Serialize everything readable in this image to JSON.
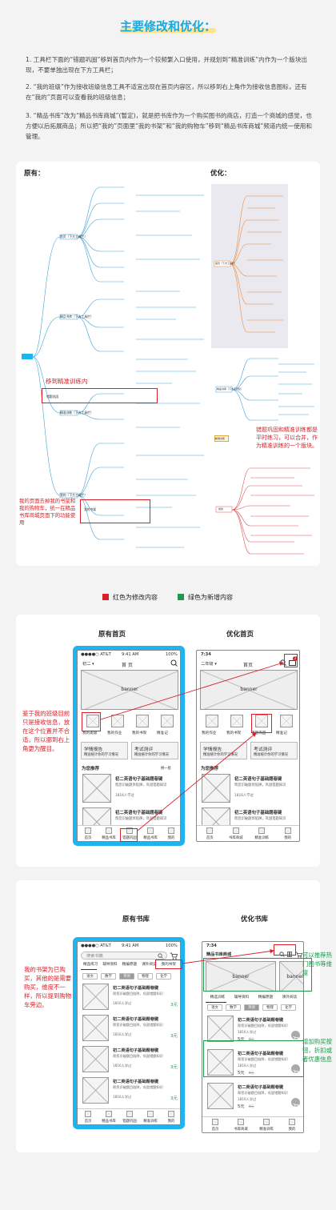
{
  "header": {
    "title": "主要修改和优化："
  },
  "intro": {
    "p1": "1. 工具栏下面的“错题巩固”移到首页内作为一个较频繁入口使用，并规划到“精准训练”内作为一个版块出现，不要单独出现在下方工具栏；",
    "p2": "2. “我的班级”作为接收班级信息工具不适宜出现在首页内容区，所以移到右上角作为接收信息图标，还有在“我的”页面可以查看我的班级信息；",
    "p3": "3. “精品书库”改为“精品书库商城”(暂定)，就是把书库作为一个购买图书的商店，打造一个商城的感觉，也方便以后拓展商品；所以把“我的”页面里“我的书架”和“我的购物车”移到“精品书库商城”频道内统一使用和管理。"
  },
  "mindmap": {
    "original_label": "原有：",
    "optimized_label": "优化：",
    "annot_move": "移到精准训练内",
    "annot_shelf": "我的页面去掉我的书架和我的购物车，统一在精品书库商城页面下的功能使用",
    "annot_merge": "错题巩固和精准训练都是平时练习，可以合并，作为精准训练的一个版块。",
    "node_home": "首页（下方工具栏）",
    "node_train": "精品书库（下方工具栏）",
    "node_err": "错题巩固",
    "node_precise": "精准训练（下方工具栏）",
    "node_mine": "我的（下方工具栏）",
    "node_mine_box": "我的书架",
    "opt_home": "首页（下方工具栏）",
    "opt_store": "精品书库（下方工具栏）",
    "opt_train": "精准训练",
    "opt_mine": "我的"
  },
  "legend": {
    "red": "红色为修改内容",
    "green": "绿色为新增内容",
    "red_color": "#d8202a",
    "green_color": "#1a9a4a"
  },
  "home": {
    "original_title": "原有首页",
    "optimized_title": "优化首页",
    "status_carrier": "●●●●○ AT&T",
    "status_time": "9:41 AM",
    "status_batt": "100%",
    "opt_time": "7:34",
    "grade": "初二 ▾",
    "opt_grade": "二年级 ▾",
    "page_title": "首 页",
    "opt_page_title": "首页",
    "banner": "banner",
    "orig_entries": [
      "我的班级",
      "我的作业",
      "我的书架",
      "精准记"
    ],
    "opt_entries": [
      "我的作业",
      "我的书架",
      "错题巩固",
      "精准记"
    ],
    "report_title": "学情报告",
    "report_sub": "精准统计你的学习情况",
    "exam_title": "考试测评",
    "exam_sub": "精准统计你的学习情况",
    "recommend": "为您推荐",
    "recommend_more": "换一批",
    "book_title": "初二英语句子基础题巷键",
    "book_sub": "帮您识破题目陷阱，巩固错题知识",
    "book_count": "1816人学过",
    "orig_tabs": [
      "首页",
      "精品书库",
      "错题巩固",
      "精品书库",
      "我的"
    ],
    "opt_tabs": [
      "首页",
      "书库商城",
      "精准训练",
      "我的"
    ],
    "annot_left": "鉴于我的班级目前只是接收信息，放在这个位置并不合适，所以挪到右上角更为醒目。",
    "badge": "2"
  },
  "store": {
    "original_title": "原有书库",
    "optimized_title": "优化书库",
    "search_placeholder": "搜索书籍",
    "opt_store_title": "精品书库商城",
    "cats": [
      "精品练习",
      "辅导资料",
      "精编原题",
      "课外阅读",
      "我的书架"
    ],
    "opt_cats": [
      "精选训练",
      "辅导资料",
      "精编原题",
      "课外阅读"
    ],
    "subjects": [
      "语文",
      "数学",
      "英语",
      "物理",
      "化学"
    ],
    "book_title": "初二英语句子基础题巷键",
    "book_sub": "帮您识破题目陷阱，巩固错题知识",
    "book_count": "1816人学过",
    "price": "3元",
    "opt_price": "5元",
    "opt_old_price": "8元",
    "orig_tabs": [
      "首页",
      "精品书库",
      "错题巩固",
      "精准训练",
      "我的"
    ],
    "opt_tabs": [
      "首页",
      "书库商城",
      "精准训练",
      "我的"
    ],
    "annot_left": "我的书架为已购买，其他的是需要购买，维度不一样，所以提到购物车旁边。",
    "annot_right_top": "可以推荐热门图书等维度",
    "annot_right_mid": "增加购买按钮，折扣或者优惠信息"
  }
}
